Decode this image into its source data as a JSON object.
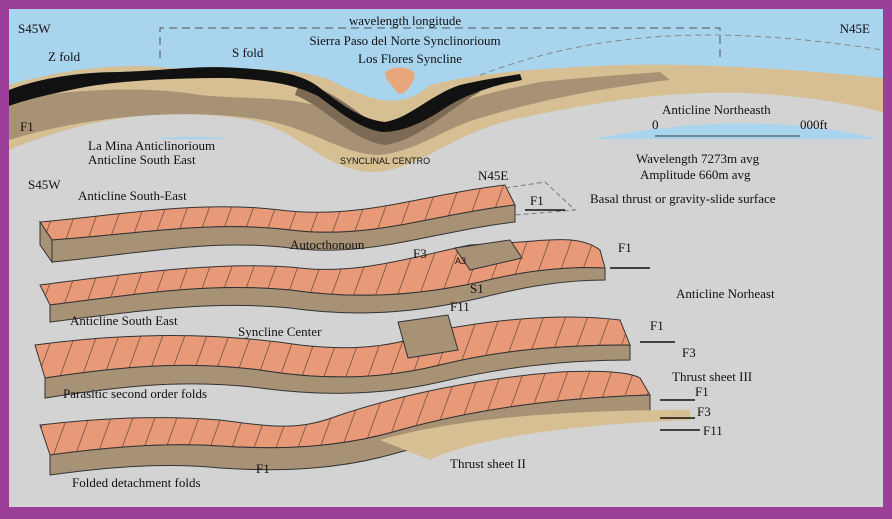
{
  "colors": {
    "frame": "#9b3f9b",
    "sky": "#a9d4ee",
    "ground": "#d3d3d3",
    "slab_top": "#e89a78",
    "slab_side": "#a89276",
    "dark": "#7d6a55",
    "tan": "#d6bf93"
  },
  "section": {
    "left_dir": "S45W",
    "right_dir": "N45E",
    "wavelength": "wavelength longitude",
    "synclinorium": "Sierra Paso del Norte Synclinorioum",
    "syncline": "Los Flores Syncline",
    "z_fold": "Z fold",
    "s_fold": "S fold",
    "f1": "F1",
    "anticlinorium": "La Mina Anticlinorioum",
    "anticline_se": "Anticline South East",
    "synclinal_centro": "SYNCLINAL CENTRO",
    "anticline_ne": "Anticline Northeasth",
    "scale_start": "0",
    "scale_end": "000ft",
    "wavelength_avg": "Wavelength 7273m avg",
    "amplitude_avg": "Amplitude 660m avg"
  },
  "blocks": {
    "left_dir": "S45W",
    "right_dir": "N45E",
    "anticline_se_1": "Anticline South-East",
    "f1_a": "F1",
    "basal": "Basal thrust or gravity-slide surface",
    "autochthonous": "Autocthonoun",
    "f3_a": "F3",
    "a3": "A3",
    "s1": "S1",
    "f1_b": "F1",
    "anticline_ne": "Anticline Norheast",
    "f11_a": "F11",
    "anticline_se_2": "Anticline South East",
    "syncline_center": "Syncline Center",
    "f1_c": "F1",
    "f3_b": "F3",
    "parasitic": "Parasitic second order folds",
    "thrust3": "Thrust sheet III",
    "f1_d": "F1",
    "f3_c": "F3",
    "f11_b": "F11",
    "f1_e": "F1",
    "thrust2": "Thrust sheet II",
    "detachment": "Folded detachment folds"
  }
}
